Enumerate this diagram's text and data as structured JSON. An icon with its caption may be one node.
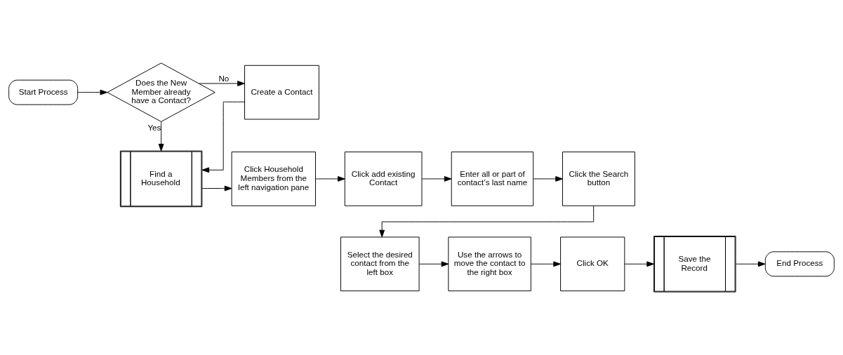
{
  "diagram": {
    "nodes": [
      {
        "text": [
          "Start Process"
        ]
      },
      {
        "text": [
          "Does the New Member already have a Contact?"
        ]
      },
      {
        "text": [
          "Create a Contact"
        ]
      },
      {
        "text": [
          "Find a Household"
        ]
      },
      {
        "text": [
          "Click Household Members from the left navigation pane"
        ]
      },
      {
        "text": [
          "Click add existing Contact"
        ]
      },
      {
        "text": [
          "Enter all or part of contact’s last name"
        ]
      },
      {
        "text": [
          "Click the Search button"
        ]
      },
      {
        "text": [
          "Select the desired contact from the left box"
        ]
      },
      {
        "text": [
          "Use the arrows to move the contact to the right box"
        ]
      },
      {
        "text": [
          "Click OK"
        ]
      },
      {
        "text": [
          "Save the Record"
        ]
      },
      {
        "text": [
          "End Process"
        ]
      }
    ],
    "edges": [
      {
        "from": 0,
        "to": 1,
        "arrow": "to"
      },
      {
        "from": 1,
        "to": 2,
        "arrow": "to",
        "label": "No"
      },
      {
        "from": 1,
        "to": 3,
        "arrow": "to",
        "label": "Yes"
      },
      {
        "from": 2,
        "to": 3,
        "arrow": "to"
      },
      {
        "from": 3,
        "to": 4,
        "arrow": "to"
      },
      {
        "from": 4,
        "to": 5,
        "arrow": "to"
      },
      {
        "from": 5,
        "to": 6,
        "arrow": "to"
      },
      {
        "from": 6,
        "to": 7,
        "arrow": "to"
      },
      {
        "from": 7,
        "to": 8,
        "arrow": "to"
      },
      {
        "from": 8,
        "to": 9,
        "arrow": "to"
      },
      {
        "from": 9,
        "to": 10,
        "arrow": "to"
      },
      {
        "from": 10,
        "to": 11,
        "arrow": "to"
      },
      {
        "from": 11,
        "to": 12,
        "arrow": "to"
      }
    ]
  }
}
